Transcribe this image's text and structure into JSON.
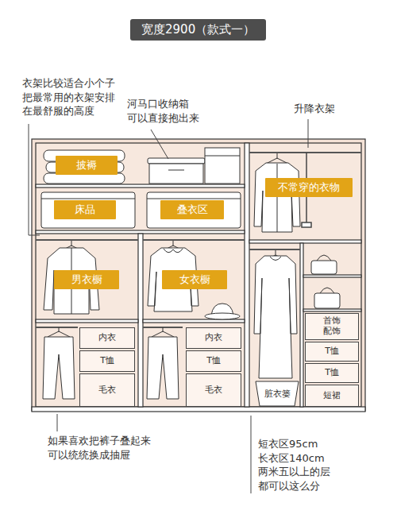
{
  "diagram": {
    "title": "宽度2900（款式一）",
    "nodes": [
      {
        "text": [
          "披褥"
        ]
      },
      {
        "text": [
          "床品"
        ]
      },
      {
        "text": [
          "叠衣区"
        ]
      },
      {
        "text": [
          "不常穿的衣物"
        ]
      },
      {
        "text": [
          "男衣橱"
        ]
      },
      {
        "text": [
          "女衣橱"
        ]
      },
      {
        "text": [
          "内衣"
        ]
      },
      {
        "text": [
          "T恤"
        ]
      },
      {
        "text": [
          "毛衣"
        ]
      },
      {
        "text": [
          "内衣"
        ]
      },
      {
        "text": [
          "T恤"
        ]
      },
      {
        "text": [
          "毛衣"
        ]
      },
      {
        "text": [
          "脏衣篓"
        ]
      },
      {
        "text": [
          "首饰 配饰"
        ]
      },
      {
        "text": [
          "T恤"
        ]
      },
      {
        "text": [
          "T恤"
        ]
      },
      {
        "text": [
          "短裙"
        ]
      }
    ],
    "labels": [
      "衣架比较适合小个子 把最常用的衣架安排 在最舒服的高度",
      "河马口收纳箱 可以直接抱出来",
      "升降衣架",
      "如果喜欢把裤子叠起来 可以统统换成抽屉",
      "短衣区95cm 长衣区140cm 两米五以上的层 都可以这么分"
    ]
  }
}
